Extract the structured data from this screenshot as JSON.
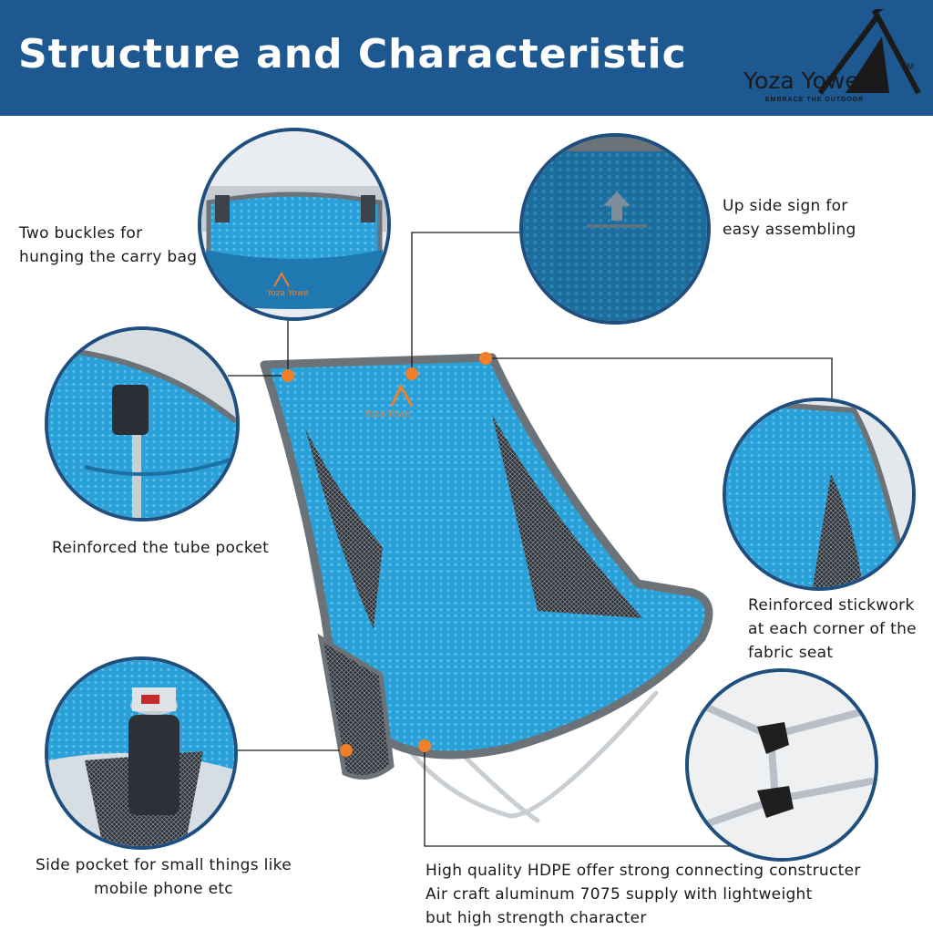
{
  "header": {
    "title": "Structure and Characteristic",
    "brand_name": "Yoza Yowe",
    "brand_trademark": "TM",
    "brand_tagline": "EMBRACE THE OUTDOOR"
  },
  "callouts": {
    "buckles": [
      "Two buckles for",
      "hunging the carry bag"
    ],
    "upside_sign": [
      "Up side sign for",
      "easy assembling"
    ],
    "tube_pocket": [
      "Reinforced the tube pocket"
    ],
    "stitchwork": [
      "Reinforced stickwork",
      "at each corner of the",
      "fabric seat"
    ],
    "side_pocket": [
      "Side pocket for  small things like",
      "mobile phone etc"
    ],
    "frame": [
      "High quality HDPE offer strong connecting constructer",
      "Air craft aluminum 7075 supply with lightweight",
      "but high strength character"
    ]
  },
  "product": {
    "seat_logo": "Yoza Yowe",
    "detail_logo": "Yoza Yowe"
  },
  "colors": {
    "header_bg": "#1e5891",
    "chair_fabric": "#2aa0d8",
    "trim": "#6b7278",
    "callout_dot": "#f07f2a",
    "circle_border": "#1f4f7f"
  }
}
